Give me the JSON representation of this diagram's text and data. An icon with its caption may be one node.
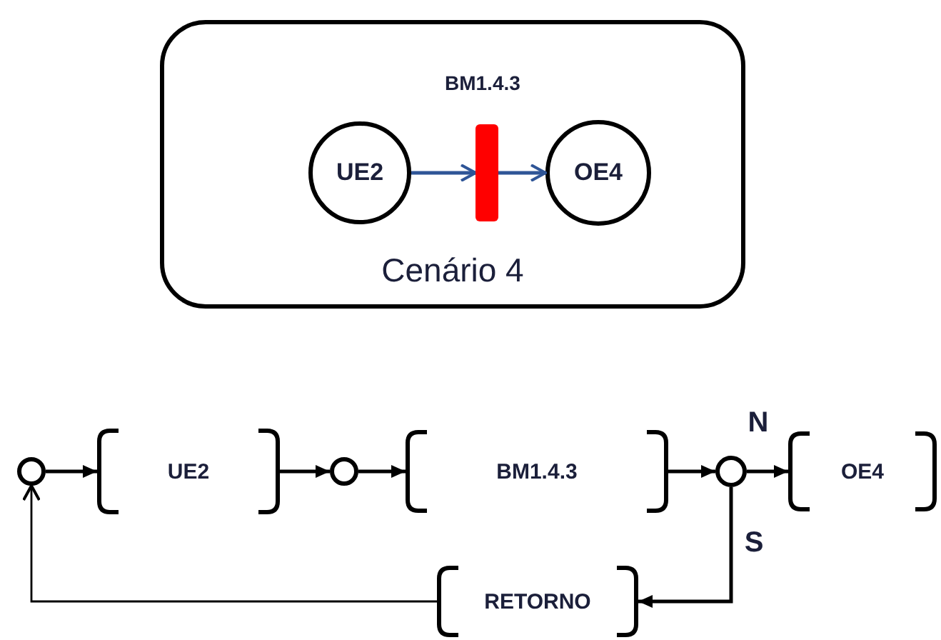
{
  "diagram": {
    "nodes": [
      {
        "text": [
          "Cenário 4"
        ]
      },
      {
        "text": [
          "UE2"
        ],
        "in": 0
      },
      {
        "text": [],
        "shape": "bar",
        "in": 0,
        "beside": [
          "BM1.4.3"
        ]
      },
      {
        "text": [
          "OE4"
        ],
        "in": 0
      },
      {
        "text": [],
        "shape": "circle"
      },
      {
        "text": [
          "UE2"
        ]
      },
      {
        "text": [],
        "shape": "circle"
      },
      {
        "text": [
          "BM1.4.3"
        ]
      },
      {
        "text": [],
        "shape": "circle"
      },
      {
        "text": [
          "OE4"
        ]
      },
      {
        "text": [
          "RETORNO"
        ]
      }
    ],
    "edges": [
      {
        "from": 1,
        "to": 2,
        "arrow": "to",
        "color": "#2f5597"
      },
      {
        "from": 2,
        "to": 3,
        "arrow": "to",
        "color": "#2f5597"
      },
      {
        "from": 4,
        "to": 5,
        "arrow": "to"
      },
      {
        "from": 5,
        "to": 6,
        "arrow": "to"
      },
      {
        "from": 6,
        "to": 7,
        "arrow": "to"
      },
      {
        "from": 7,
        "to": 8,
        "arrow": "to"
      },
      {
        "from": 8,
        "to": 9,
        "arrow": "to",
        "label": "N"
      },
      {
        "from": 8,
        "to": 10,
        "arrow": "to",
        "label": "S"
      },
      {
        "from": 10,
        "to": 4,
        "arrow": "to"
      }
    ]
  }
}
